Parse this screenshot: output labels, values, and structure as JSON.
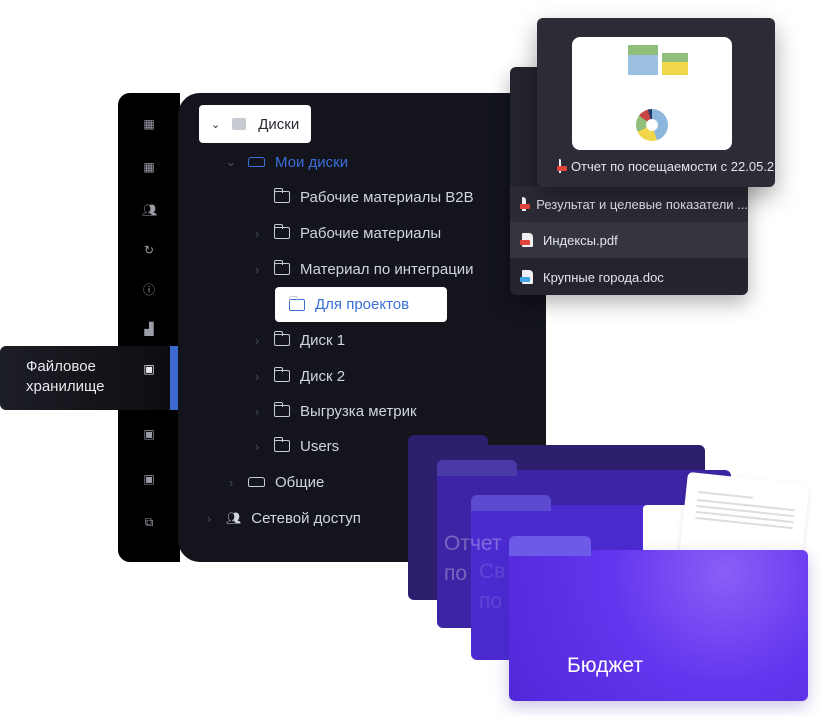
{
  "sidebar": {
    "icons": [
      "dashboard-icon",
      "dashboard-icon",
      "users-icon",
      "history-icon",
      "alert-icon",
      "chart-icon",
      "file-storage-icon",
      "file-storage-icon",
      "file-storage-icon",
      "network-icon"
    ],
    "tooltip": "Файловое хранилище",
    "active_color": "#3e6ad0"
  },
  "tree": {
    "root": "Диски",
    "my_disks": "Мои диски",
    "items": [
      "Рабочие материалы B2B",
      "Рабочие материалы",
      "Материал по интеграции",
      "Для проектов",
      "Диск 1",
      "Диск 2",
      "Выгрузка метрик",
      "Users"
    ],
    "shared": "Общие",
    "network": "Сетевой доступ",
    "accent": "#3b6fd8"
  },
  "files": {
    "preview_name": "Отчет по посещаемости с 22.05.2...",
    "list": [
      {
        "name": "Результат и целевые показатели ...",
        "type": "pdf"
      },
      {
        "name": "Индексы.pdf",
        "type": "pdf"
      },
      {
        "name": "Крупные города.doc",
        "type": "doc"
      }
    ]
  },
  "folders": {
    "back1": [
      "Отчет",
      "по"
    ],
    "back2": [
      "Св",
      "по"
    ],
    "front": "Бюджет",
    "color": "#6236ee"
  }
}
